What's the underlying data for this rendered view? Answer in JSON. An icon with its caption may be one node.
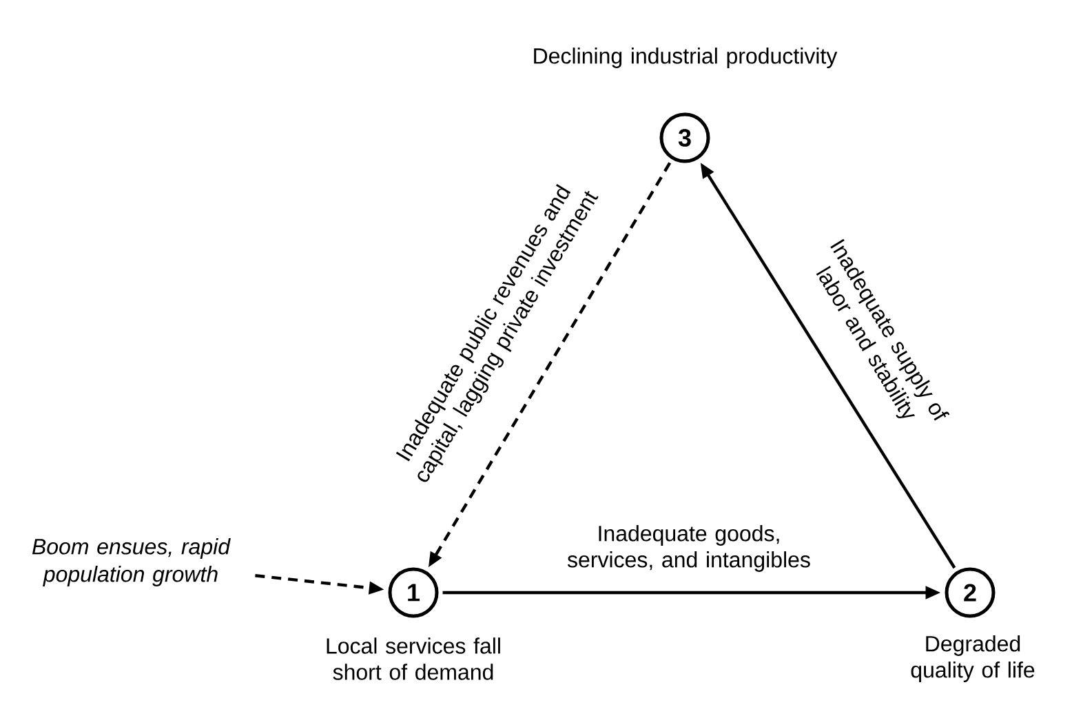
{
  "diagram": {
    "nodes": [
      {
        "text": [
          "1"
        ],
        "beside": [
          "Local services fall short of demand"
        ]
      },
      {
        "text": [
          "2"
        ],
        "beside": [
          "Degraded quality of life"
        ]
      },
      {
        "text": [
          "3"
        ],
        "beside": [
          "Declining industrial productivity"
        ]
      },
      {
        "text": [
          "Boom ensues, rapid population growth"
        ]
      }
    ],
    "edges": [
      {
        "from": 3,
        "to": 0,
        "arrow": "to",
        "style": "dashed"
      },
      {
        "from": 0,
        "to": 1,
        "arrow": "to",
        "label": "Inadequate goods, services, and intangibles"
      },
      {
        "from": 1,
        "to": 2,
        "arrow": "to",
        "label": "Inadequate supply of labor and stability"
      },
      {
        "from": 2,
        "to": 0,
        "arrow": "to",
        "style": "dashed",
        "label": "Inadequate public revenues and capital, lagging private investment"
      }
    ]
  }
}
